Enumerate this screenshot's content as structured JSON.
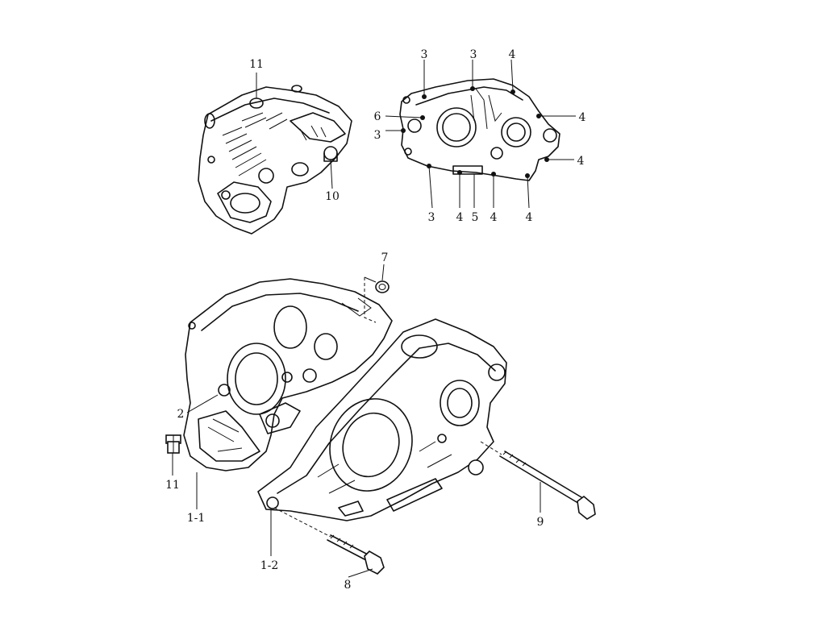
{
  "diagram": {
    "callouts": [
      {
        "id": "c11a",
        "text": "11"
      },
      {
        "id": "c10",
        "text": "10"
      },
      {
        "id": "c3a",
        "text": "3"
      },
      {
        "id": "c3b",
        "text": "3"
      },
      {
        "id": "c4a",
        "text": "4"
      },
      {
        "id": "c6",
        "text": "6"
      },
      {
        "id": "c3c",
        "text": "3"
      },
      {
        "id": "c4b",
        "text": "4"
      },
      {
        "id": "c4c",
        "text": "4"
      },
      {
        "id": "c3d",
        "text": "3"
      },
      {
        "id": "c4d",
        "text": "4"
      },
      {
        "id": "c5",
        "text": "5"
      },
      {
        "id": "c4e",
        "text": "4"
      },
      {
        "id": "c4f",
        "text": "4"
      },
      {
        "id": "c7",
        "text": "7"
      },
      {
        "id": "c2",
        "text": "2"
      },
      {
        "id": "c11b",
        "text": "11"
      },
      {
        "id": "c1-1",
        "text": "1-1"
      },
      {
        "id": "c1-2",
        "text": "1-2"
      },
      {
        "id": "c8",
        "text": "8"
      },
      {
        "id": "c9",
        "text": "9"
      }
    ]
  }
}
